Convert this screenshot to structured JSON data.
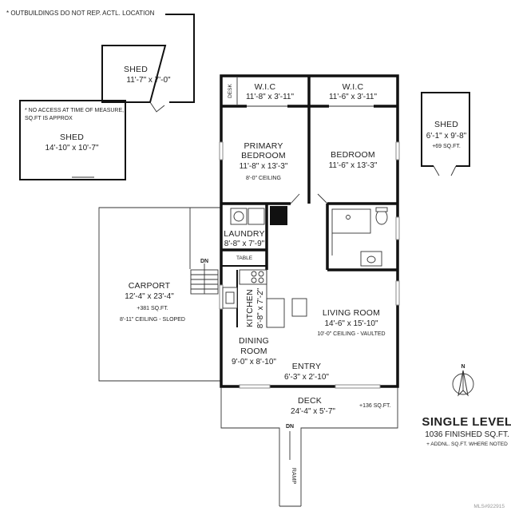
{
  "notes": {
    "outbuildings": "* OUTBUILDINGS DO NOT REP. ACTL. LOCATION",
    "no_access_1": "* NO ACCESS AT TIME OF MEASURE,",
    "no_access_2": "SQ.FT IS APPROX"
  },
  "shed_top": {
    "name": "SHED",
    "dims": "11'-7\" x 7'-0\""
  },
  "shed_left": {
    "name": "SHED",
    "dims": "14'-10\" x 10'-7\""
  },
  "shed_right": {
    "name": "SHED",
    "dims": "6'-1\" x 9'-8\"",
    "area": "+69 SQ.FT."
  },
  "desk": {
    "label": "DESK"
  },
  "wic_primary": {
    "name": "W.I.C",
    "dims": "11'-8\" x 3'-11\""
  },
  "wic_bedroom": {
    "name": "W.I.C",
    "dims": "11'-6\" x 3'-11\""
  },
  "primary_bedroom": {
    "line1": "PRIMARY",
    "line2": "BEDROOM",
    "dims": "11'-8\" x 13'-3\"",
    "ceiling": "8'-0\" CEILING"
  },
  "bedroom": {
    "name": "BEDROOM",
    "dims": "11'-6\" x 13'-3\""
  },
  "laundry": {
    "name": "LAUNDRY",
    "dims": "8'-8\" x 7'-9\""
  },
  "table": {
    "label": "TABLE"
  },
  "stairs": {
    "label": "DN"
  },
  "carport": {
    "name": "CARPORT",
    "dims": "12'-4\" x 23'-4\"",
    "area": "+381 SQ.FT.",
    "ceiling": "8'-11\" CEILING - SLOPED"
  },
  "kitchen": {
    "name": "KITCHEN",
    "dims": "8'-8\" x 7'-2\""
  },
  "living_room": {
    "name": "LIVING ROOM",
    "dims": "14'-6\" x 15'-10\"",
    "ceiling": "10'-0\" CEILING - VAULTED"
  },
  "dining_room": {
    "line1": "DINING",
    "line2": "ROOM",
    "dims": "9'-0\" x 8'-10\""
  },
  "entry": {
    "name": "ENTRY",
    "dims": "6'-3\" x 2'-10\""
  },
  "deck": {
    "name": "DECK",
    "dims": "24'-4\" x 5'-7\"",
    "area": "+136 SQ.FT."
  },
  "ramp": {
    "dn_label": "DN",
    "label": "RAMP"
  },
  "compass": {
    "label": "N"
  },
  "summary": {
    "title": "SINGLE LEVEL",
    "finished": "1036 FINISHED SQ.FT.",
    "note": "+ ADDNL. SQ.FT. WHERE NOTED"
  },
  "listing_id": "MLS#922915"
}
